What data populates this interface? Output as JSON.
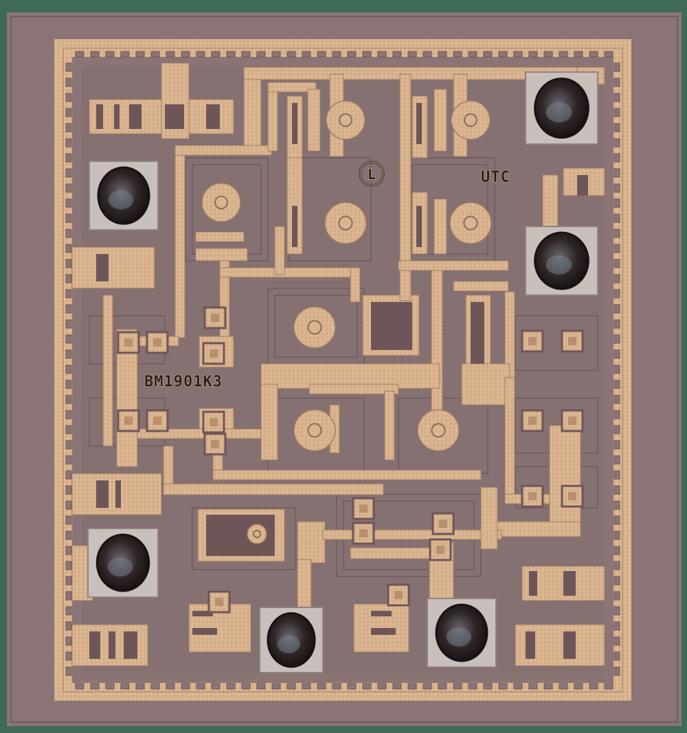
{
  "die": {
    "labels": {
      "part_number": "BM1901K3",
      "maker": "UTC",
      "logo_letter": "L"
    },
    "colors": {
      "edge": "#3f6a56",
      "substrate": "#8a7476",
      "metal": "#d9b48f",
      "metal_dark": "#b8906e",
      "bond_ball": "#2b1f20",
      "bond_pad": "#c9c0bc",
      "oxide_line": "#6f5b5e"
    }
  }
}
